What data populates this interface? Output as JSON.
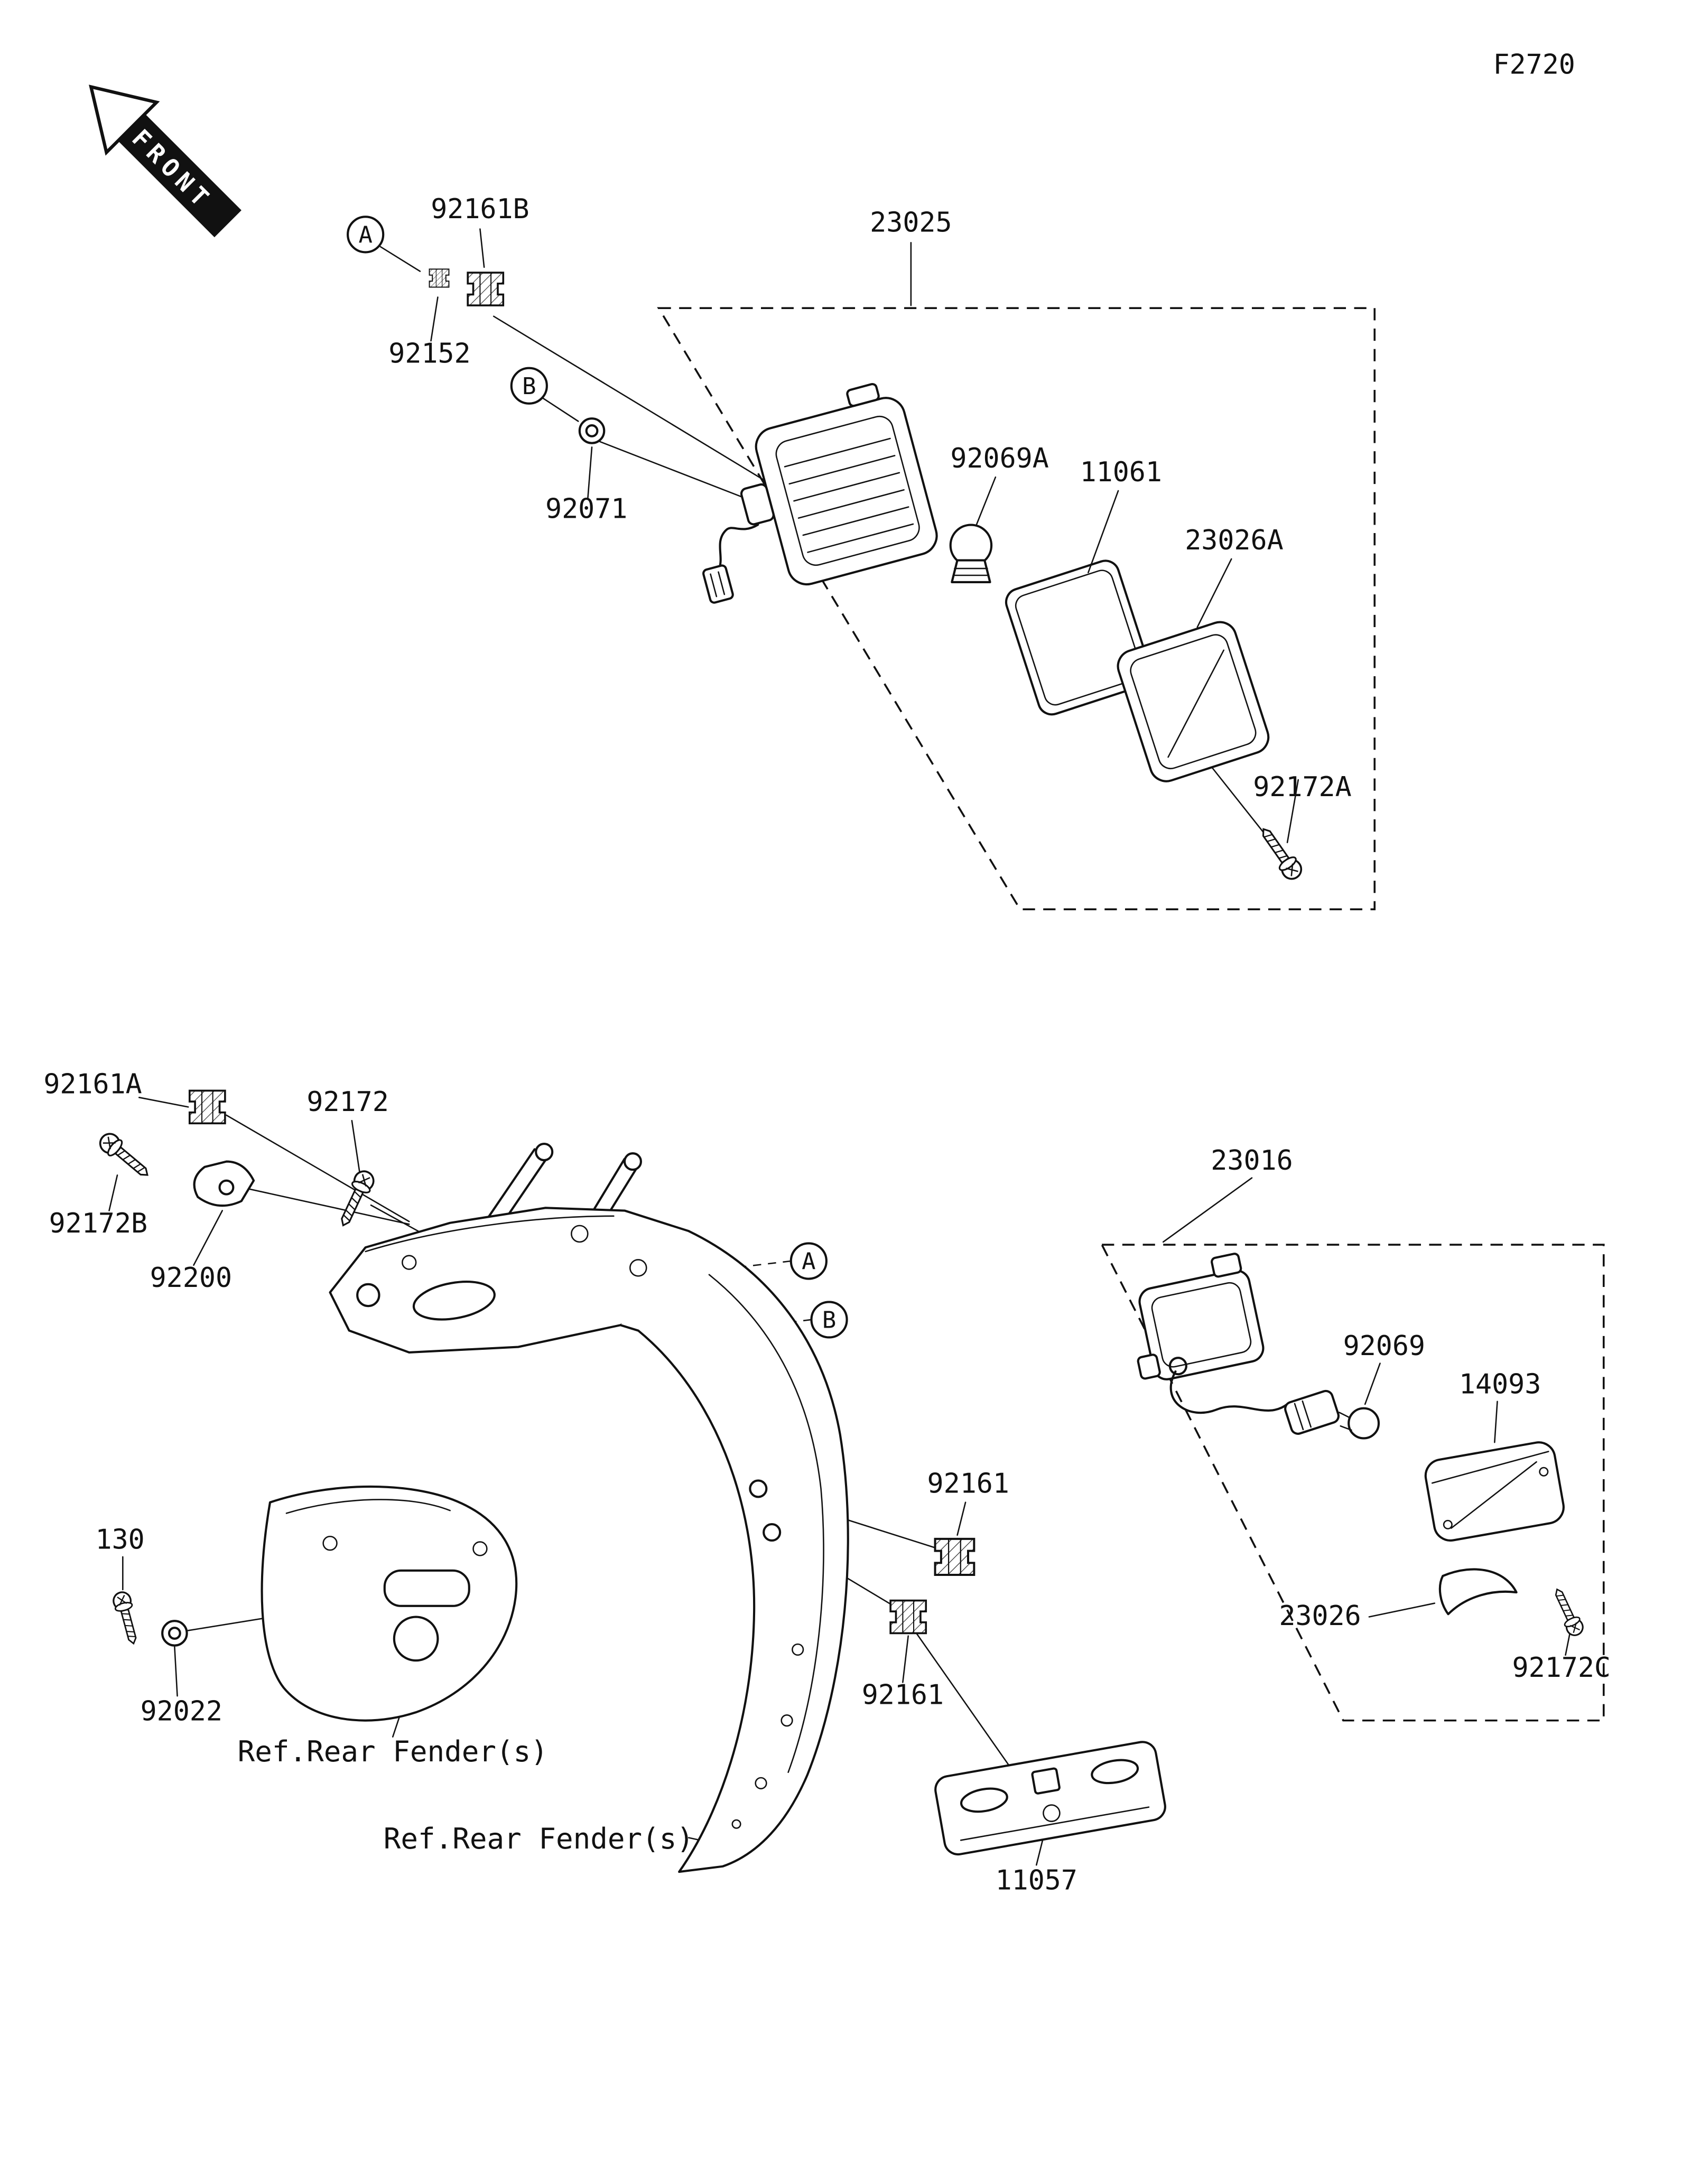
{
  "page": {
    "code": "F2720",
    "front_label": "FRONT"
  },
  "callouts": {
    "a": "A",
    "b": "B"
  },
  "upper_assembly": {
    "assembly": "23025",
    "grommet": "92161B",
    "collar": "92152",
    "damper": "92071",
    "bulb": "92069A",
    "gasket": "11061",
    "lens": "23026A",
    "screw": "92172A"
  },
  "lower_assembly": {
    "assembly": "23016",
    "grommet_a": "92161A",
    "screw_front": "92172",
    "screw_front_b": "92172B",
    "bracket": "92200",
    "bulb": "92069",
    "lens_cover": "14093",
    "grommet_upper": "92161",
    "grommet_lower": "92161",
    "bolt": "130",
    "washer": "92022",
    "reflector": "23026",
    "screw_lens": "92172C",
    "plate_bracket": "11057",
    "ref_fender_1": "Ref.Rear Fender(s)",
    "ref_fender_2": "Ref.Rear Fender(s)"
  }
}
